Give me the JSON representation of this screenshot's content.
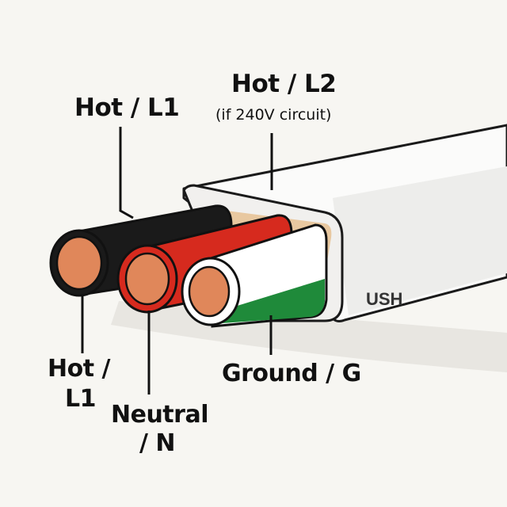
{
  "labels": {
    "hot_l2_title": "Hot / L2",
    "hot_l2_note": "(if 240V circuit)",
    "hot_l1_top": "Hot / L1",
    "hot_l1_bottom_line1": "Hot /",
    "hot_l1_bottom_line2": "L1",
    "neutral_line1": "Neutral",
    "neutral_line2": "/ N",
    "ground": "Ground / G",
    "jacket_print": "USH"
  },
  "colors": {
    "hot_l1_insulation": "#1a1a1a",
    "hot_l2_insulation": "#d62a1e",
    "neutral_insulation": "#ffffff",
    "ground_stripe": "#1f8a3a",
    "copper": "#e0875a",
    "jacket": "#fbfbfa",
    "background": "#f7f6f2"
  }
}
